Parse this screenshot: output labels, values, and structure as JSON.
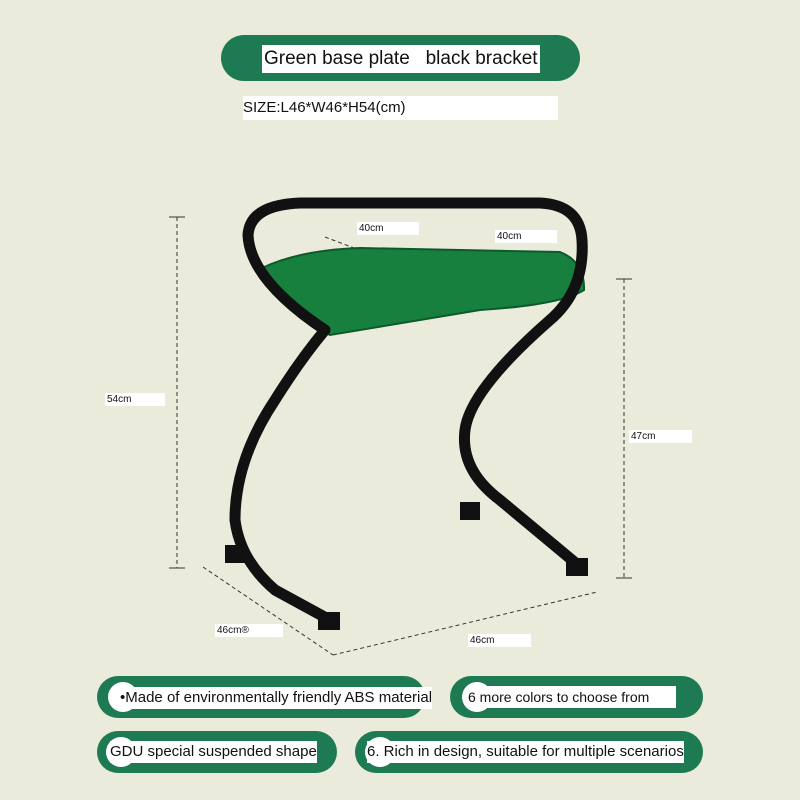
{
  "header": {
    "title": "Green base plate   black bracket",
    "size": "SIZE:L46*W46*H54(cm)"
  },
  "dimensions": {
    "seat_depth": "40cm",
    "seat_width": "40cm",
    "height_total": "54cm",
    "height_seat": "47cm",
    "base_left": "46cm®",
    "base_right": "46cm"
  },
  "features": [
    {
      "label": "•Made of environmentally friendly ABS material"
    },
    {
      "label": "6 more colors to choose from"
    },
    {
      "label": "GDU special suspended shape"
    },
    {
      "label": "6. Rich in design, suitable for multiple scenarios"
    }
  ],
  "colors": {
    "green": "#1e7a52",
    "background": "#ebebdc",
    "frame": "#111111"
  }
}
